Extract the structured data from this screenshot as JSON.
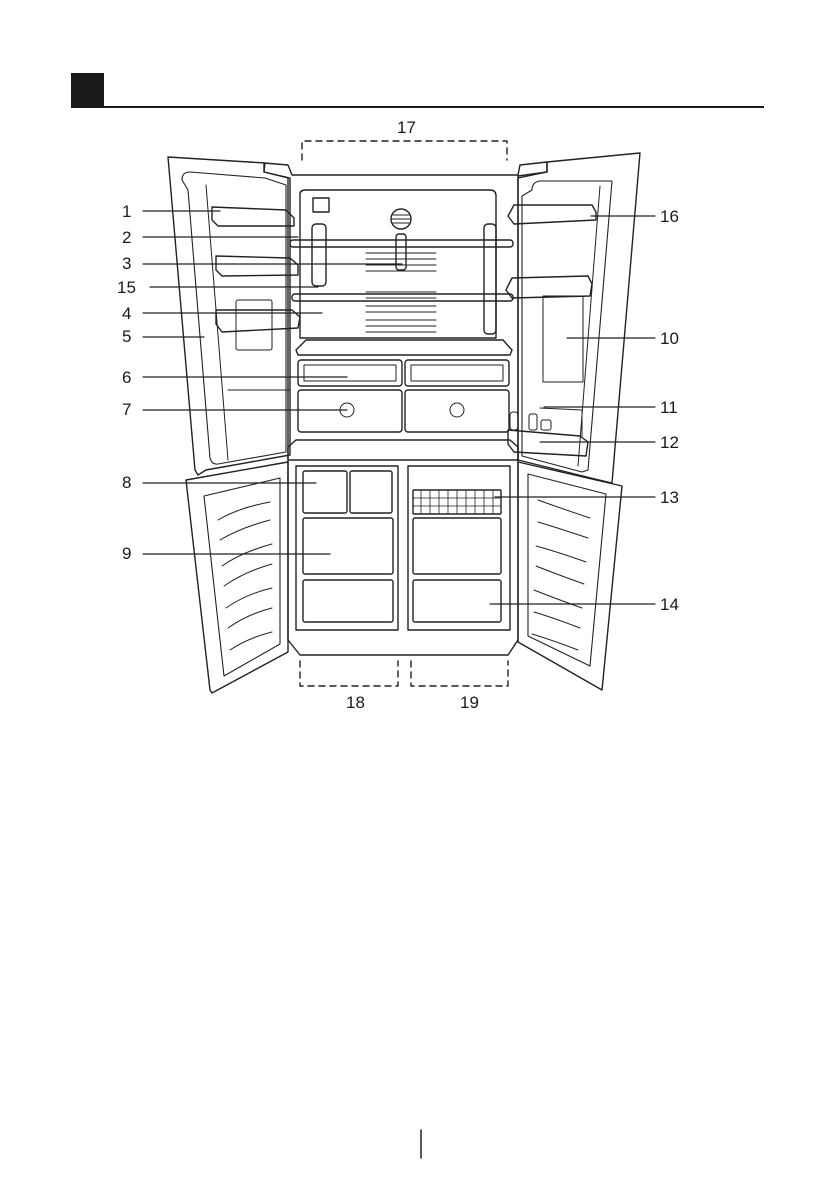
{
  "header": {
    "marker_color": "#1a1a1a"
  },
  "callouts": {
    "c1": "1",
    "c2": "2",
    "c3": "3",
    "c15": "15",
    "c4": "4",
    "c5": "5",
    "c6": "6",
    "c7": "7",
    "c8": "8",
    "c9": "9",
    "c16": "16",
    "c10": "10",
    "c11": "11",
    "c12": "12",
    "c13": "13",
    "c14": "14",
    "c17": "17",
    "c18": "18",
    "c19": "19"
  }
}
